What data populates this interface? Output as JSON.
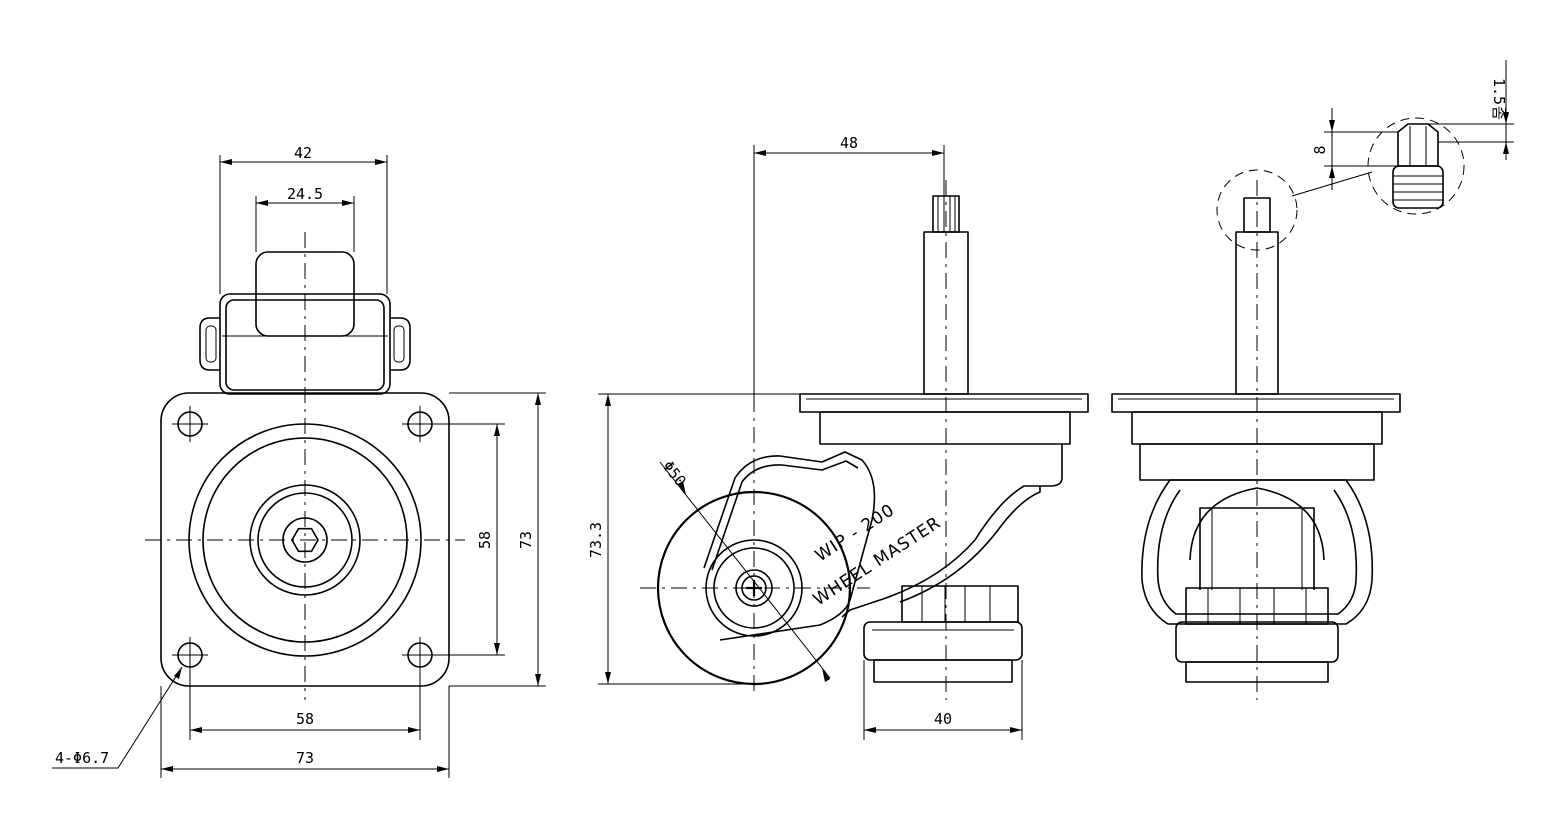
{
  "front_view": {
    "dims": {
      "width_top": "42",
      "width_inner": "24.5",
      "hole_spacing_v": "58",
      "plate_height": "73",
      "hole_spacing_h": "58",
      "plate_width": "73"
    },
    "hole_callout": "4-Φ6.7"
  },
  "side_view": {
    "dims": {
      "offset": "48",
      "height": "73.3",
      "wheel_dia": "Φ50",
      "pad_width": "40"
    },
    "product_label": "WIP - 200",
    "brand_label": "WHEEL MASTER"
  },
  "rear_view": {
    "dims": {
      "hex_height": "8",
      "gap": "1.5",
      "gap_suffix": "좀"
    }
  },
  "colors": {
    "line": "#000000",
    "background": "#ffffff"
  }
}
